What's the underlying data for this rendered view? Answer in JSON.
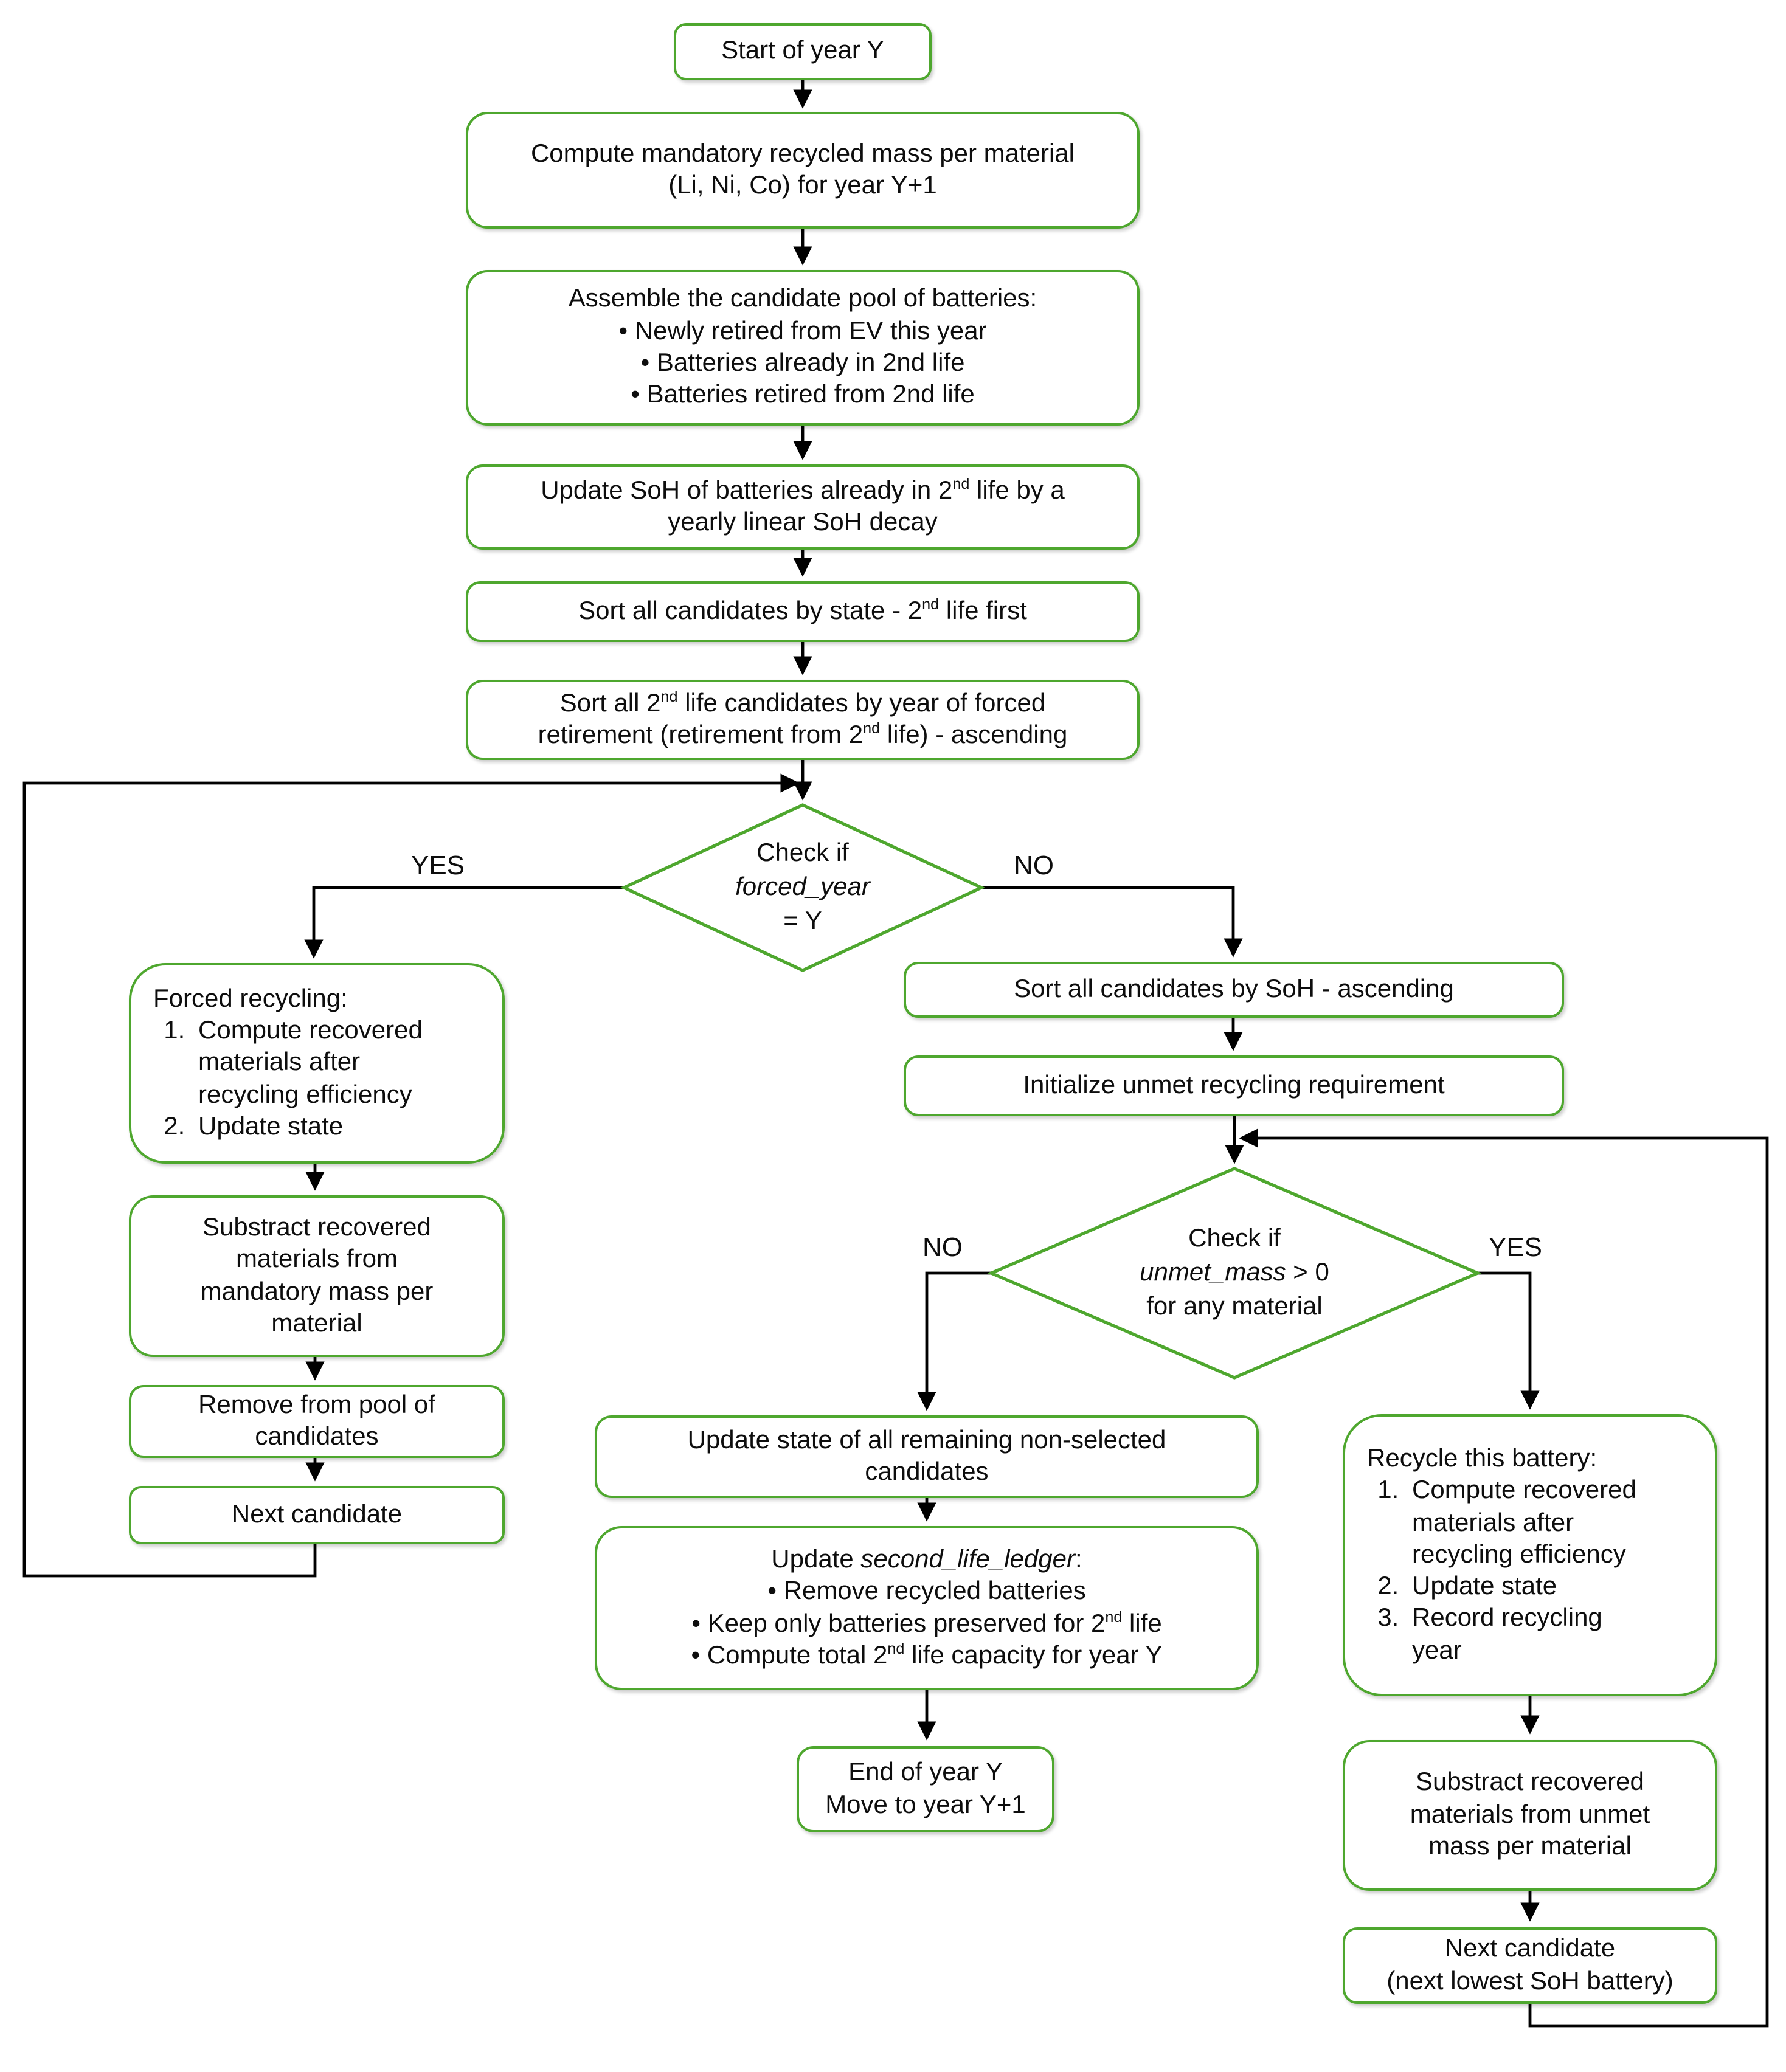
{
  "colors": {
    "node_border": "#4ea72e",
    "connector": "#000000",
    "text": "#0d0d0d",
    "background": "#ffffff"
  },
  "nodes": {
    "start": {
      "label": "Start of year Y"
    },
    "compute_mandatory": {
      "label_html": "Compute mandatory recycled mass per material<br>(Li, Ni, Co) for year Y+1"
    },
    "assemble": {
      "title": "Assemble the candidate pool of batteries:",
      "bullets": [
        "Newly retired from EV this year",
        "Batteries already in 2nd life",
        "Batteries retired from 2nd life"
      ]
    },
    "update_soh": {
      "label_html": "Update SoH of batteries already in 2<sup>nd</sup> life by a<br>yearly linear SoH decay"
    },
    "sort_state": {
      "label_html": "Sort all candidates by state  - 2<sup>nd</sup> life first"
    },
    "sort_forced": {
      "label_html": "Sort all 2<sup>nd</sup> life candidates by year of forced<br>retirement (retirement from 2<sup>nd</sup> life) - ascending"
    },
    "decision_forced": {
      "line1": "Check if",
      "line2_html": "<i>forced_year</i>",
      "line3": "= Y"
    },
    "forced_recycling": {
      "title": "Forced recycling:",
      "items_html": [
        "Compute recovered<br>materials after<br>recycling efficiency",
        "Update state"
      ]
    },
    "subtract_mandatory": {
      "label_html": "Substract recovered<br>materials from<br>mandatory mass per<br>material"
    },
    "remove_pool": {
      "label_html": "Remove from pool of<br>candidates"
    },
    "next_candidate_left": {
      "label": "Next candidate"
    },
    "sort_soh": {
      "label": "Sort all candidates by SoH - ascending"
    },
    "init_unmet": {
      "label": "Initialize unmet recycling requirement"
    },
    "decision_unmet": {
      "line1": "Check if",
      "line2_html": "<i>unmet_mass</i> > 0",
      "line3": "for any material"
    },
    "update_state_remaining": {
      "label_html": "Update state of all remaining non-selected<br>candidates"
    },
    "update_ledger": {
      "title_html": "Update <i>second_life_ledger</i>:",
      "bullets_html": [
        "Remove recycled batteries",
        "Keep only batteries preserved for 2<sup>nd</sup> life",
        "Compute total 2<sup>nd</sup> life capacity for year Y"
      ]
    },
    "end_year": {
      "line1": "End of year Y",
      "line2": "Move to year Y+1"
    },
    "recycle_battery": {
      "title": "Recycle this battery:",
      "items_html": [
        "Compute recovered<br>materials after<br>recycling efficiency",
        "Update state",
        "Record recycling<br>year"
      ]
    },
    "subtract_unmet": {
      "label_html": "Substract recovered<br>materials from unmet<br>mass per material"
    },
    "next_candidate_right": {
      "line1": "Next candidate",
      "line2": "(next lowest SoH battery)"
    }
  },
  "edge_labels": {
    "yes1": "YES",
    "no1": "NO",
    "no2": "NO",
    "yes2": "YES"
  }
}
